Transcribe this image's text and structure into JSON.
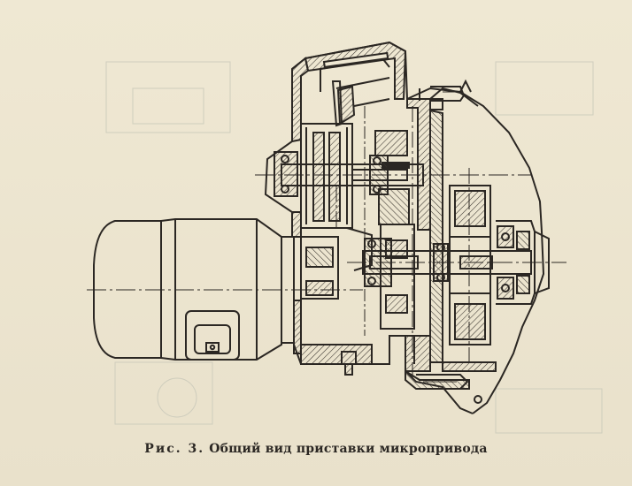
{
  "figure": {
    "caption_label": "Рис. 3.",
    "caption_text": "Общий вид приставки микропривода"
  },
  "colors": {
    "paper": "#ece4cf",
    "ink": "#2b2723",
    "hatch": "#3a3530",
    "ghost": "#c9c6b4"
  },
  "parts": [
    "electric-motor",
    "motor-terminal-box",
    "gearbox-housing",
    "v-belt-pulley",
    "input-shaft",
    "gear-train",
    "output-shaft",
    "bearing-housing",
    "end-cover"
  ]
}
